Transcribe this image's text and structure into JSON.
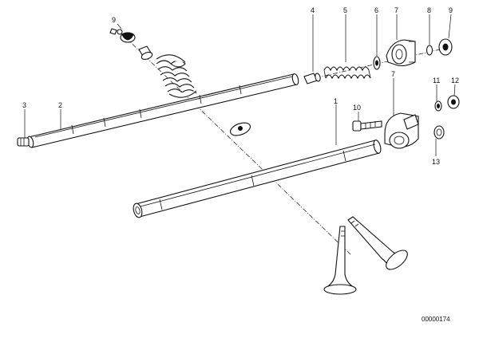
{
  "callouts": [
    {
      "id": "c1",
      "text": "1"
    },
    {
      "id": "c2",
      "text": "2"
    },
    {
      "id": "c3",
      "text": "3"
    },
    {
      "id": "c4",
      "text": "4"
    },
    {
      "id": "c5",
      "text": "5"
    },
    {
      "id": "c6",
      "text": "6"
    },
    {
      "id": "c7a",
      "text": "7"
    },
    {
      "id": "c7b",
      "text": "7"
    },
    {
      "id": "c8",
      "text": "8"
    },
    {
      "id": "c9",
      "text": "9"
    },
    {
      "id": "c10",
      "text": "10"
    },
    {
      "id": "c11",
      "text": "11"
    },
    {
      "id": "c12",
      "text": "12"
    },
    {
      "id": "c13",
      "text": "13"
    },
    {
      "id": "c9b",
      "text": "9"
    }
  ],
  "reference_number": "00000174"
}
